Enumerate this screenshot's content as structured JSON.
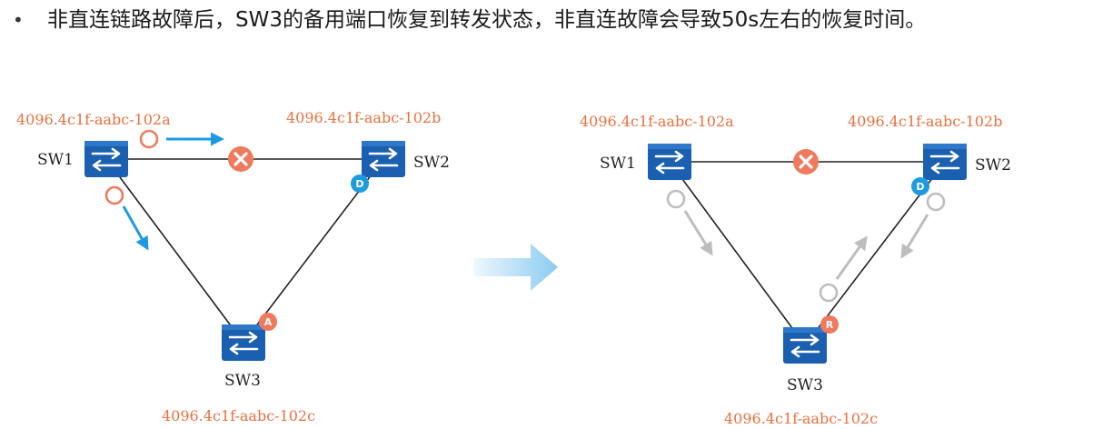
{
  "bullet": {
    "symbol": "•",
    "text": "非直连链路故障后，SW3的备用端口恢复到转发状态，非直连故障会导致50s左右的恢复时间。"
  },
  "left_topology": {
    "sw1": {
      "name": "SW1",
      "address": "4096.4c1f-aabc-102a"
    },
    "sw2": {
      "name": "SW2",
      "address": "4096.4c1f-aabc-102b"
    },
    "sw3": {
      "name": "SW3",
      "address": "4096.4c1f-aabc-102c"
    },
    "port_sw2": "D",
    "port_sw3": "A"
  },
  "right_topology": {
    "sw1": {
      "name": "SW1",
      "address": "4096.4c1f-aabc-102a"
    },
    "sw2": {
      "name": "SW2",
      "address": "4096.4c1f-aabc-102b"
    },
    "sw3": {
      "name": "SW3",
      "address": "4096.4c1f-aabc-102c"
    },
    "port_sw2": "D",
    "port_sw3": "R"
  },
  "colors": {
    "address": "#e8703e",
    "switch": "#1b5fb0",
    "designated_port": "#1e9be0",
    "alternate_port": "#e8703e",
    "failure": "#ef7a5e",
    "bpdu_arrow": "#1e9be0",
    "gray_arrow": "#bdbdbd",
    "transition_arrow": "#7fc3ee"
  }
}
